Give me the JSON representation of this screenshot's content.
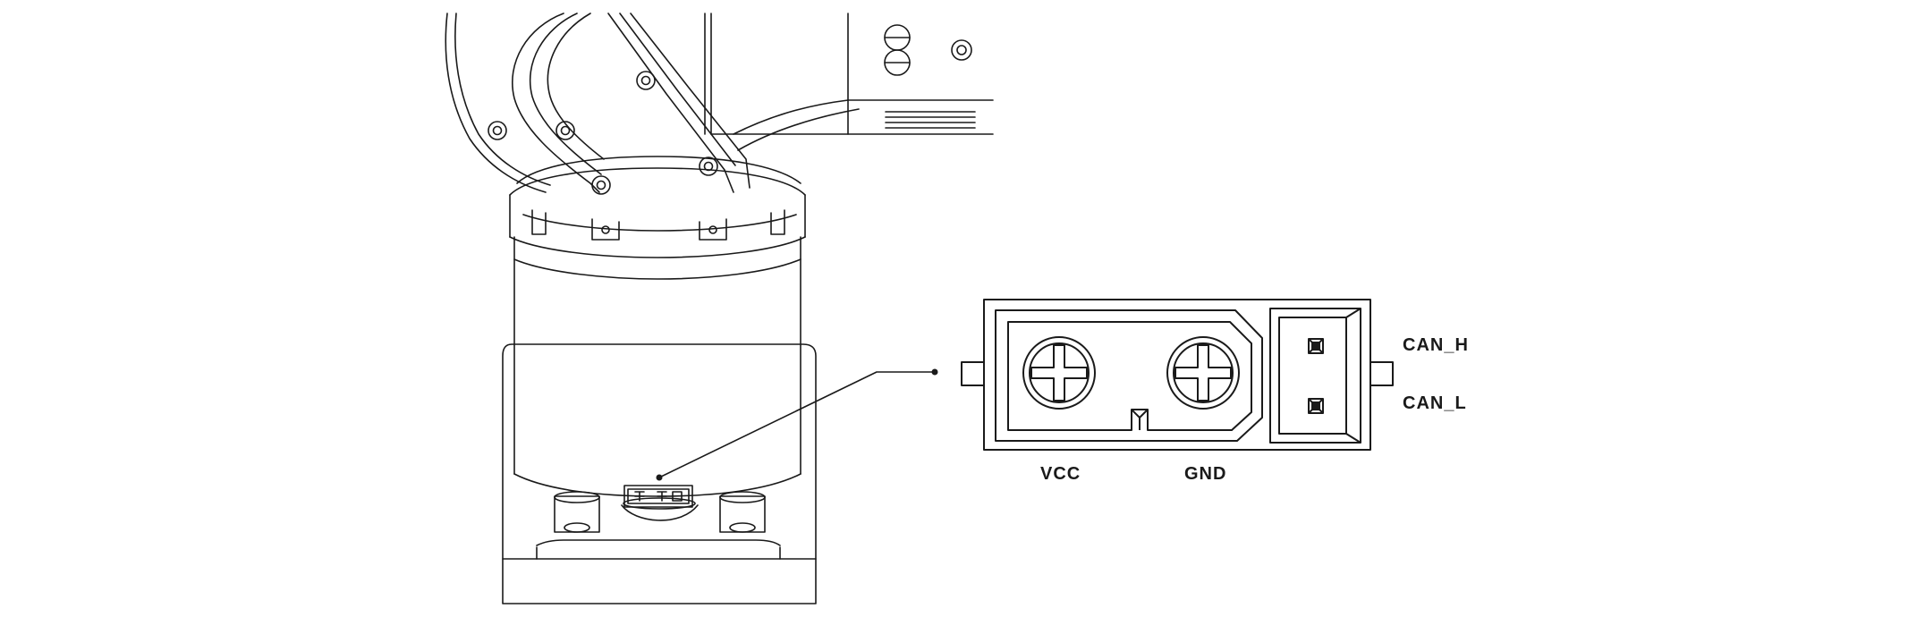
{
  "colors": {
    "line": "#1a1a1a",
    "background": "#ffffff"
  },
  "connector_labels": {
    "vcc": "VCC",
    "gnd": "GND",
    "can_h": "CAN_H",
    "can_l": "CAN_L"
  }
}
